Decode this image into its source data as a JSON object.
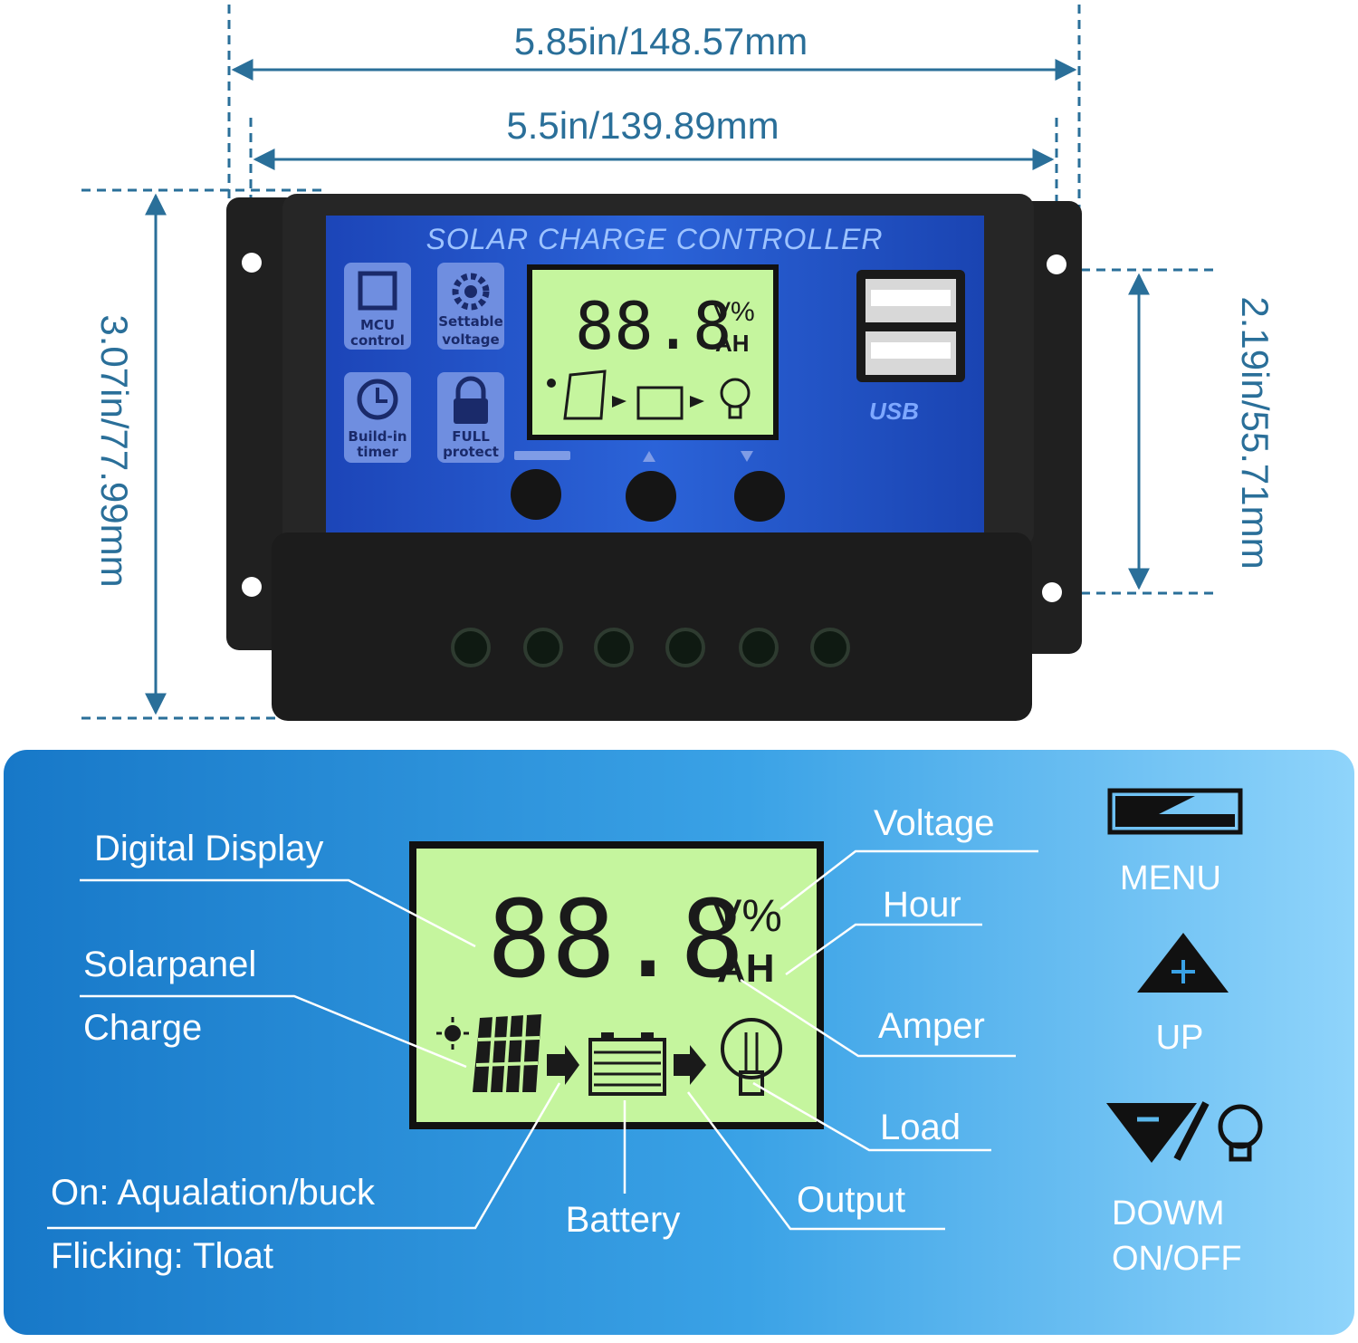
{
  "dimensions": {
    "overall_width": "5.85in/148.57mm",
    "mount_width": "5.5in/139.89mm",
    "overall_height": "3.07in/77.99mm",
    "mount_height": "2.19in/55.71mm"
  },
  "device": {
    "title": "SOLAR CHARGE CONTROLLER",
    "features": [
      {
        "line1": "MCU",
        "line2": "control",
        "icon": "chip-icon"
      },
      {
        "line1": "Settable",
        "line2": "voltage",
        "icon": "gear-icon"
      },
      {
        "line1": "Build-in",
        "line2": "timer",
        "icon": "clock-icon"
      },
      {
        "line1": "FULL",
        "line2": "protect",
        "icon": "lock-icon"
      }
    ],
    "lcd_digits": "88.8",
    "lcd_unit_top": "V%",
    "lcd_unit_bottom": "AH",
    "usb_label": "USB"
  },
  "diagram": {
    "lcd_digits": "88.8",
    "unit_top": "V%",
    "unit_bottom": "AH",
    "labels": {
      "digital_display": "Digital Display",
      "solarpanel": "Solarpanel",
      "charge": "Charge",
      "on_state": "On: Aqualation/buck",
      "flicking_state": "Flicking: Tloat",
      "battery": "Battery",
      "output": "Output",
      "load": "Load",
      "amper": "Amper",
      "hour": "Hour",
      "voltage": "Voltage"
    },
    "buttons": {
      "menu": "MENU",
      "up": "UP",
      "down": "DOWM",
      "onoff": "ON/OFF"
    }
  },
  "colors": {
    "dimension_line": "#2a6f99",
    "panel_blue": "#1e4fc4",
    "lcd_green": "#bff59a",
    "housing": "#1f1f1f"
  }
}
